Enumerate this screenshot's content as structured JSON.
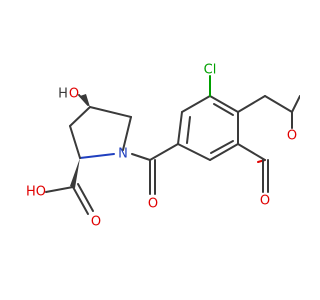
{
  "molecule": {
    "atoms": {
      "cl": {
        "label": "Cl",
        "color": "#00a000"
      },
      "hydroxyl_o": {
        "label": "O",
        "color": "#e00000"
      },
      "hydroxyl_h": {
        "label": "H",
        "color": "#3a3a3a"
      },
      "acid_ho": {
        "label": "HO",
        "color": "#e00000"
      },
      "acid_o": {
        "label": "O",
        "color": "#e00000"
      },
      "amide_o": {
        "label": "O",
        "color": "#e00000"
      },
      "ring_n": {
        "label": "N",
        "color": "#1f3fbf"
      },
      "ring_o": {
        "label": "O",
        "color": "#e00000"
      },
      "lactone_o": {
        "label": "O",
        "color": "#e00000"
      }
    },
    "colors": {
      "bond": "#3a3a3a",
      "oxygen": "#e00000",
      "nitrogen": "#1f3fbf",
      "chlorine": "#00a000"
    }
  }
}
